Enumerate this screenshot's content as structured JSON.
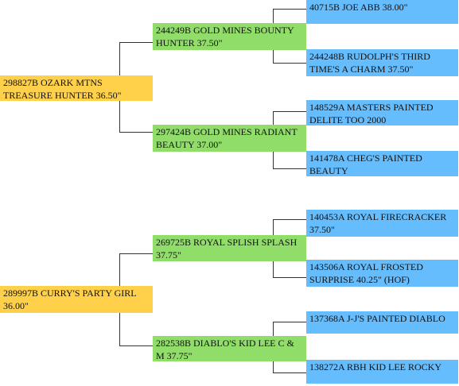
{
  "pedigrees": [
    {
      "sire": "298827B OZARK MTNS TREASURE HUNTER 36.50\"",
      "parents": [
        {
          "name": "244249B GOLD MINES BOUNTY HUNTER 37.50\"",
          "grandparents": [
            "40715B JOE ABB 38.00\"",
            "244248B RUDOLPH'S THIRD TIME'S A CHARM 37.50\""
          ]
        },
        {
          "name": "297424B GOLD MINES RADIANT BEAUTY 37.00\"",
          "grandparents": [
            "148529A MASTERS PAINTED DELITE TOO 2000",
            "141478A CHEG'S PAINTED BEAUTY"
          ]
        }
      ]
    },
    {
      "sire": "289997B CURRY'S PARTY GIRL 36.00\"",
      "parents": [
        {
          "name": "269725B ROYAL SPLISH SPLASH 37.75\"",
          "grandparents": [
            "140453A ROYAL FIRECRACKER 37.50\"",
            "143506A ROYAL FROSTED SURPRISE 40.25\" (HOF)"
          ]
        },
        {
          "name": "282538B DIABLO'S KID LEE C & M 37.75\"",
          "grandparents": [
            "137368A J-J'S PAINTED DIABLO",
            "138272A RBH KID LEE ROCKY"
          ]
        }
      ]
    }
  ],
  "colors": {
    "generation_1": "#ffd04a",
    "generation_2": "#90dd6a",
    "generation_3": "#66bdfd",
    "connector": "#333333"
  }
}
